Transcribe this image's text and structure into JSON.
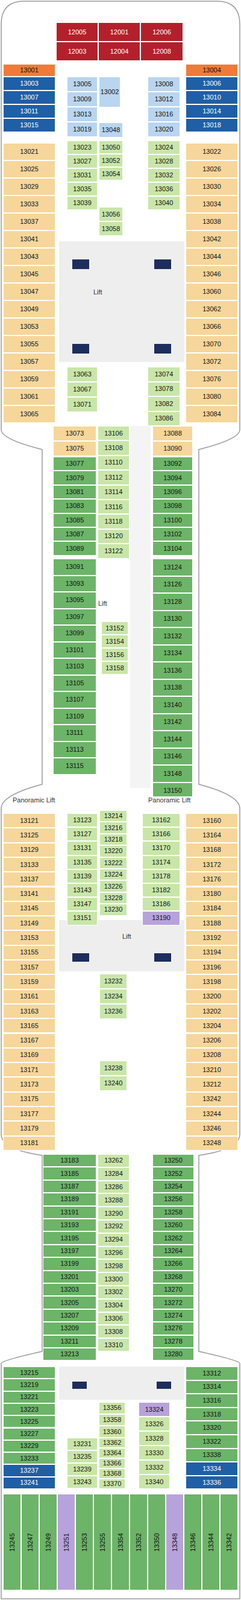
{
  "diagram": {
    "nodes": [
      {
        "text": [
          "12005"
        ]
      },
      {
        "text": [
          "12003"
        ]
      },
      {
        "text": [
          "12001"
        ]
      },
      {
        "text": [
          "12004"
        ]
      },
      {
        "text": [
          "12006"
        ]
      },
      {
        "text": [
          "12008"
        ]
      },
      {
        "text": [
          "13001"
        ]
      },
      {
        "text": [
          "13004"
        ]
      },
      {
        "text": [
          "13003"
        ]
      },
      {
        "text": [
          "13007"
        ]
      },
      {
        "text": [
          "13011"
        ]
      },
      {
        "text": [
          "13015"
        ]
      },
      {
        "text": [
          "13005"
        ]
      },
      {
        "text": [
          "13009"
        ]
      },
      {
        "text": [
          "13013"
        ]
      },
      {
        "text": [
          "13019"
        ]
      },
      {
        "text": [
          "13002"
        ]
      },
      {
        "text": [
          "13008"
        ]
      },
      {
        "text": [
          "13012"
        ]
      },
      {
        "text": [
          "13016"
        ]
      },
      {
        "text": [
          "13020"
        ]
      },
      {
        "text": [
          "13006"
        ]
      },
      {
        "text": [
          "13010"
        ]
      },
      {
        "text": [
          "13014"
        ]
      },
      {
        "text": [
          "13018"
        ]
      },
      {
        "text": [
          "13048"
        ]
      },
      {
        "text": [
          "13021"
        ]
      },
      {
        "text": [
          "13025"
        ]
      },
      {
        "text": [
          "13029"
        ]
      },
      {
        "text": [
          "13033"
        ]
      },
      {
        "text": [
          "13037"
        ]
      },
      {
        "text": [
          "13041"
        ]
      },
      {
        "text": [
          "13043"
        ]
      },
      {
        "text": [
          "13045"
        ]
      },
      {
        "text": [
          "13047"
        ]
      },
      {
        "text": [
          "13049"
        ]
      },
      {
        "text": [
          "13053"
        ]
      },
      {
        "text": [
          "13055"
        ]
      },
      {
        "text": [
          "13057"
        ]
      },
      {
        "text": [
          "13059"
        ]
      },
      {
        "text": [
          "13061"
        ]
      },
      {
        "text": [
          "13065"
        ]
      },
      {
        "text": [
          "13023"
        ]
      },
      {
        "text": [
          "13027"
        ]
      },
      {
        "text": [
          "13031"
        ]
      },
      {
        "text": [
          "13035"
        ]
      },
      {
        "text": [
          "13039"
        ]
      },
      {
        "text": [
          "13050"
        ]
      },
      {
        "text": [
          "13052"
        ]
      },
      {
        "text": [
          "13054"
        ]
      },
      {
        "text": [
          "13024"
        ]
      },
      {
        "text": [
          "13028"
        ]
      },
      {
        "text": [
          "13032"
        ]
      },
      {
        "text": [
          "13036"
        ]
      },
      {
        "text": [
          "13040"
        ]
      },
      {
        "text": [
          "13022"
        ]
      },
      {
        "text": [
          "13026"
        ]
      },
      {
        "text": [
          "13030"
        ]
      },
      {
        "text": [
          "13034"
        ]
      },
      {
        "text": [
          "13038"
        ]
      },
      {
        "text": [
          "13042"
        ]
      },
      {
        "text": [
          "13044"
        ]
      },
      {
        "text": [
          "13046"
        ]
      },
      {
        "text": [
          "13060"
        ]
      },
      {
        "text": [
          "13062"
        ]
      },
      {
        "text": [
          "13066"
        ]
      },
      {
        "text": [
          "13070"
        ]
      },
      {
        "text": [
          "13072"
        ]
      },
      {
        "text": [
          "13076"
        ]
      },
      {
        "text": [
          "13080"
        ]
      },
      {
        "text": [
          "13084"
        ]
      },
      {
        "text": [
          "13056"
        ]
      },
      {
        "text": [
          "13058"
        ]
      },
      {
        "text": [
          "13063"
        ]
      },
      {
        "text": [
          "13067"
        ]
      },
      {
        "text": [
          "13071"
        ]
      },
      {
        "text": [
          "13074"
        ]
      },
      {
        "text": [
          "13078"
        ]
      },
      {
        "text": [
          "13082"
        ]
      },
      {
        "text": [
          "13086"
        ]
      },
      {
        "text": [
          "13073"
        ]
      },
      {
        "text": [
          "13075"
        ]
      },
      {
        "text": [
          "13106"
        ]
      },
      {
        "text": [
          "13108"
        ]
      },
      {
        "text": [
          "13110"
        ]
      },
      {
        "text": [
          "13112"
        ]
      },
      {
        "text": [
          "13114"
        ]
      },
      {
        "text": [
          "13116"
        ]
      },
      {
        "text": [
          "13118"
        ]
      },
      {
        "text": [
          "13120"
        ]
      },
      {
        "text": [
          "13122"
        ]
      },
      {
        "text": [
          "13088"
        ]
      },
      {
        "text": [
          "13090"
        ]
      },
      {
        "text": [
          "13077"
        ]
      },
      {
        "text": [
          "13079"
        ]
      },
      {
        "text": [
          "13081"
        ]
      },
      {
        "text": [
          "13083"
        ]
      },
      {
        "text": [
          "13085"
        ]
      },
      {
        "text": [
          "13087"
        ]
      },
      {
        "text": [
          "13089"
        ]
      },
      {
        "text": [
          "13092"
        ]
      },
      {
        "text": [
          "13094"
        ]
      },
      {
        "text": [
          "13096"
        ]
      },
      {
        "text": [
          "13098"
        ]
      },
      {
        "text": [
          "13100"
        ]
      },
      {
        "text": [
          "13102"
        ]
      },
      {
        "text": [
          "13104"
        ]
      },
      {
        "text": [
          "13091"
        ]
      },
      {
        "text": [
          "13093"
        ]
      },
      {
        "text": [
          "13095"
        ]
      },
      {
        "text": [
          "13097"
        ]
      },
      {
        "text": [
          "13099"
        ]
      },
      {
        "text": [
          "13101"
        ]
      },
      {
        "text": [
          "13103"
        ]
      },
      {
        "text": [
          "13105"
        ]
      },
      {
        "text": [
          "13107"
        ]
      },
      {
        "text": [
          "13109"
        ]
      },
      {
        "text": [
          "13111"
        ]
      },
      {
        "text": [
          "13113"
        ]
      },
      {
        "text": [
          "13115"
        ]
      },
      {
        "text": [
          "13152"
        ]
      },
      {
        "text": [
          "13154"
        ]
      },
      {
        "text": [
          "13156"
        ]
      },
      {
        "text": [
          "13158"
        ]
      },
      {
        "text": [
          "13124"
        ]
      },
      {
        "text": [
          "13126"
        ]
      },
      {
        "text": [
          "13128"
        ]
      },
      {
        "text": [
          "13130"
        ]
      },
      {
        "text": [
          "13132"
        ]
      },
      {
        "text": [
          "13134"
        ]
      },
      {
        "text": [
          "13136"
        ]
      },
      {
        "text": [
          "13138"
        ]
      },
      {
        "text": [
          "13140"
        ]
      },
      {
        "text": [
          "13142"
        ]
      },
      {
        "text": [
          "13144"
        ]
      },
      {
        "text": [
          "13146"
        ]
      },
      {
        "text": [
          "13148"
        ]
      },
      {
        "text": [
          "13150"
        ]
      },
      {
        "text": [
          "13121"
        ]
      },
      {
        "text": [
          "13125"
        ]
      },
      {
        "text": [
          "13129"
        ]
      },
      {
        "text": [
          "13133"
        ]
      },
      {
        "text": [
          "13137"
        ]
      },
      {
        "text": [
          "13141"
        ]
      },
      {
        "text": [
          "13145"
        ]
      },
      {
        "text": [
          "13149"
        ]
      },
      {
        "text": [
          "13153"
        ]
      },
      {
        "text": [
          "13155"
        ]
      },
      {
        "text": [
          "13157"
        ]
      },
      {
        "text": [
          "13159"
        ]
      },
      {
        "text": [
          "13161"
        ]
      },
      {
        "text": [
          "13163"
        ]
      },
      {
        "text": [
          "13165"
        ]
      },
      {
        "text": [
          "13167"
        ]
      },
      {
        "text": [
          "13169"
        ]
      },
      {
        "text": [
          "13171"
        ]
      },
      {
        "text": [
          "13173"
        ]
      },
      {
        "text": [
          "13175"
        ]
      },
      {
        "text": [
          "13177"
        ]
      },
      {
        "text": [
          "13179"
        ]
      },
      {
        "text": [
          "13181"
        ]
      },
      {
        "text": [
          "13123"
        ]
      },
      {
        "text": [
          "13127"
        ]
      },
      {
        "text": [
          "13131"
        ]
      },
      {
        "text": [
          "13135"
        ]
      },
      {
        "text": [
          "13139"
        ]
      },
      {
        "text": [
          "13143"
        ]
      },
      {
        "text": [
          "13147"
        ]
      },
      {
        "text": [
          "13151"
        ]
      },
      {
        "text": [
          "13214"
        ]
      },
      {
        "text": [
          "13216"
        ]
      },
      {
        "text": [
          "13218"
        ]
      },
      {
        "text": [
          "13220"
        ]
      },
      {
        "text": [
          "13222"
        ]
      },
      {
        "text": [
          "13224"
        ]
      },
      {
        "text": [
          "13226"
        ]
      },
      {
        "text": [
          "13228"
        ]
      },
      {
        "text": [
          "13230"
        ]
      },
      {
        "text": [
          "13162"
        ]
      },
      {
        "text": [
          "13166"
        ]
      },
      {
        "text": [
          "13170"
        ]
      },
      {
        "text": [
          "13174"
        ]
      },
      {
        "text": [
          "13178"
        ]
      },
      {
        "text": [
          "13182"
        ]
      },
      {
        "text": [
          "13186"
        ]
      },
      {
        "text": [
          "13190"
        ]
      },
      {
        "text": [
          "13160"
        ]
      },
      {
        "text": [
          "13164"
        ]
      },
      {
        "text": [
          "13168"
        ]
      },
      {
        "text": [
          "13172"
        ]
      },
      {
        "text": [
          "13176"
        ]
      },
      {
        "text": [
          "13180"
        ]
      },
      {
        "text": [
          "13184"
        ]
      },
      {
        "text": [
          "13188"
        ]
      },
      {
        "text": [
          "13192"
        ]
      },
      {
        "text": [
          "13194"
        ]
      },
      {
        "text": [
          "13196"
        ]
      },
      {
        "text": [
          "13198"
        ]
      },
      {
        "text": [
          "13200"
        ]
      },
      {
        "text": [
          "13202"
        ]
      },
      {
        "text": [
          "13204"
        ]
      },
      {
        "text": [
          "13206"
        ]
      },
      {
        "text": [
          "13208"
        ]
      },
      {
        "text": [
          "13210"
        ]
      },
      {
        "text": [
          "13212"
        ]
      },
      {
        "text": [
          "13242"
        ]
      },
      {
        "text": [
          "13244"
        ]
      },
      {
        "text": [
          "13246"
        ]
      },
      {
        "text": [
          "13248"
        ]
      },
      {
        "text": [
          "13232"
        ]
      },
      {
        "text": [
          "13234"
        ]
      },
      {
        "text": [
          "13236"
        ]
      },
      {
        "text": [
          "13238"
        ]
      },
      {
        "text": [
          "13240"
        ]
      },
      {
        "text": [
          "13183"
        ]
      },
      {
        "text": [
          "13185"
        ]
      },
      {
        "text": [
          "13187"
        ]
      },
      {
        "text": [
          "13189"
        ]
      },
      {
        "text": [
          "13191"
        ]
      },
      {
        "text": [
          "13193"
        ]
      },
      {
        "text": [
          "13195"
        ]
      },
      {
        "text": [
          "13197"
        ]
      },
      {
        "text": [
          "13199"
        ]
      },
      {
        "text": [
          "13201"
        ]
      },
      {
        "text": [
          "13203"
        ]
      },
      {
        "text": [
          "13205"
        ]
      },
      {
        "text": [
          "13207"
        ]
      },
      {
        "text": [
          "13209"
        ]
      },
      {
        "text": [
          "13211"
        ]
      },
      {
        "text": [
          "13213"
        ]
      },
      {
        "text": [
          "13262"
        ]
      },
      {
        "text": [
          "13284"
        ]
      },
      {
        "text": [
          "13286"
        ]
      },
      {
        "text": [
          "13288"
        ]
      },
      {
        "text": [
          "13290"
        ]
      },
      {
        "text": [
          "13292"
        ]
      },
      {
        "text": [
          "13294"
        ]
      },
      {
        "text": [
          "13296"
        ]
      },
      {
        "text": [
          "13298"
        ]
      },
      {
        "text": [
          "13300"
        ]
      },
      {
        "text": [
          "13302"
        ]
      },
      {
        "text": [
          "13304"
        ]
      },
      {
        "text": [
          "13306"
        ]
      },
      {
        "text": [
          "13308"
        ]
      },
      {
        "text": [
          "13310"
        ]
      },
      {
        "text": [
          "13250"
        ]
      },
      {
        "text": [
          "13252"
        ]
      },
      {
        "text": [
          "13254"
        ]
      },
      {
        "text": [
          "13256"
        ]
      },
      {
        "text": [
          "13258"
        ]
      },
      {
        "text": [
          "13260"
        ]
      },
      {
        "text": [
          "13262"
        ]
      },
      {
        "text": [
          "13264"
        ]
      },
      {
        "text": [
          "13266"
        ]
      },
      {
        "text": [
          "13268"
        ]
      },
      {
        "text": [
          "13270"
        ]
      },
      {
        "text": [
          "13272"
        ]
      },
      {
        "text": [
          "13274"
        ]
      },
      {
        "text": [
          "13276"
        ]
      },
      {
        "text": [
          "13278"
        ]
      },
      {
        "text": [
          "13280"
        ]
      },
      {
        "text": [
          "13215"
        ]
      },
      {
        "text": [
          "13219"
        ]
      },
      {
        "text": [
          "13221"
        ]
      },
      {
        "text": [
          "13223"
        ]
      },
      {
        "text": [
          "13225"
        ]
      },
      {
        "text": [
          "13227"
        ]
      },
      {
        "text": [
          "13229"
        ]
      },
      {
        "text": [
          "13233"
        ]
      },
      {
        "text": [
          "13237"
        ]
      },
      {
        "text": [
          "13241"
        ]
      },
      {
        "text": [
          "13231"
        ]
      },
      {
        "text": [
          "13235"
        ]
      },
      {
        "text": [
          "13239"
        ]
      },
      {
        "text": [
          "13243"
        ]
      },
      {
        "text": [
          "13356"
        ]
      },
      {
        "text": [
          "13358"
        ]
      },
      {
        "text": [
          "13360"
        ]
      },
      {
        "text": [
          "13362"
        ]
      },
      {
        "text": [
          "13364"
        ]
      },
      {
        "text": [
          "13366"
        ]
      },
      {
        "text": [
          "13368"
        ]
      },
      {
        "text": [
          "13370"
        ]
      },
      {
        "text": [
          "13324"
        ]
      },
      {
        "text": [
          "13326"
        ]
      },
      {
        "text": [
          "13328"
        ]
      },
      {
        "text": [
          "13330"
        ]
      },
      {
        "text": [
          "13332"
        ]
      },
      {
        "text": [
          "13340"
        ]
      },
      {
        "text": [
          "13312"
        ]
      },
      {
        "text": [
          "13314"
        ]
      },
      {
        "text": [
          "13316"
        ]
      },
      {
        "text": [
          "13318"
        ]
      },
      {
        "text": [
          "13320"
        ]
      },
      {
        "text": [
          "13322"
        ]
      },
      {
        "text": [
          "13338"
        ]
      },
      {
        "text": [
          "13334"
        ]
      },
      {
        "text": [
          "13336"
        ]
      },
      {
        "text": [
          "13245"
        ]
      },
      {
        "text": [
          "13247"
        ]
      },
      {
        "text": [
          "13249"
        ]
      },
      {
        "text": [
          "13251"
        ]
      },
      {
        "text": [
          "13253"
        ]
      },
      {
        "text": [
          "13255"
        ]
      },
      {
        "text": [
          "13354"
        ]
      },
      {
        "text": [
          "13352"
        ]
      },
      {
        "text": [
          "13350"
        ]
      },
      {
        "text": [
          "13348"
        ]
      },
      {
        "text": [
          "13346"
        ]
      },
      {
        "text": [
          "13344"
        ]
      },
      {
        "text": [
          "13342"
        ]
      }
    ],
    "labels": [
      "Lift",
      "Lift",
      "Panoramic Lift",
      "Panoramic Lift",
      "Lift"
    ]
  }
}
